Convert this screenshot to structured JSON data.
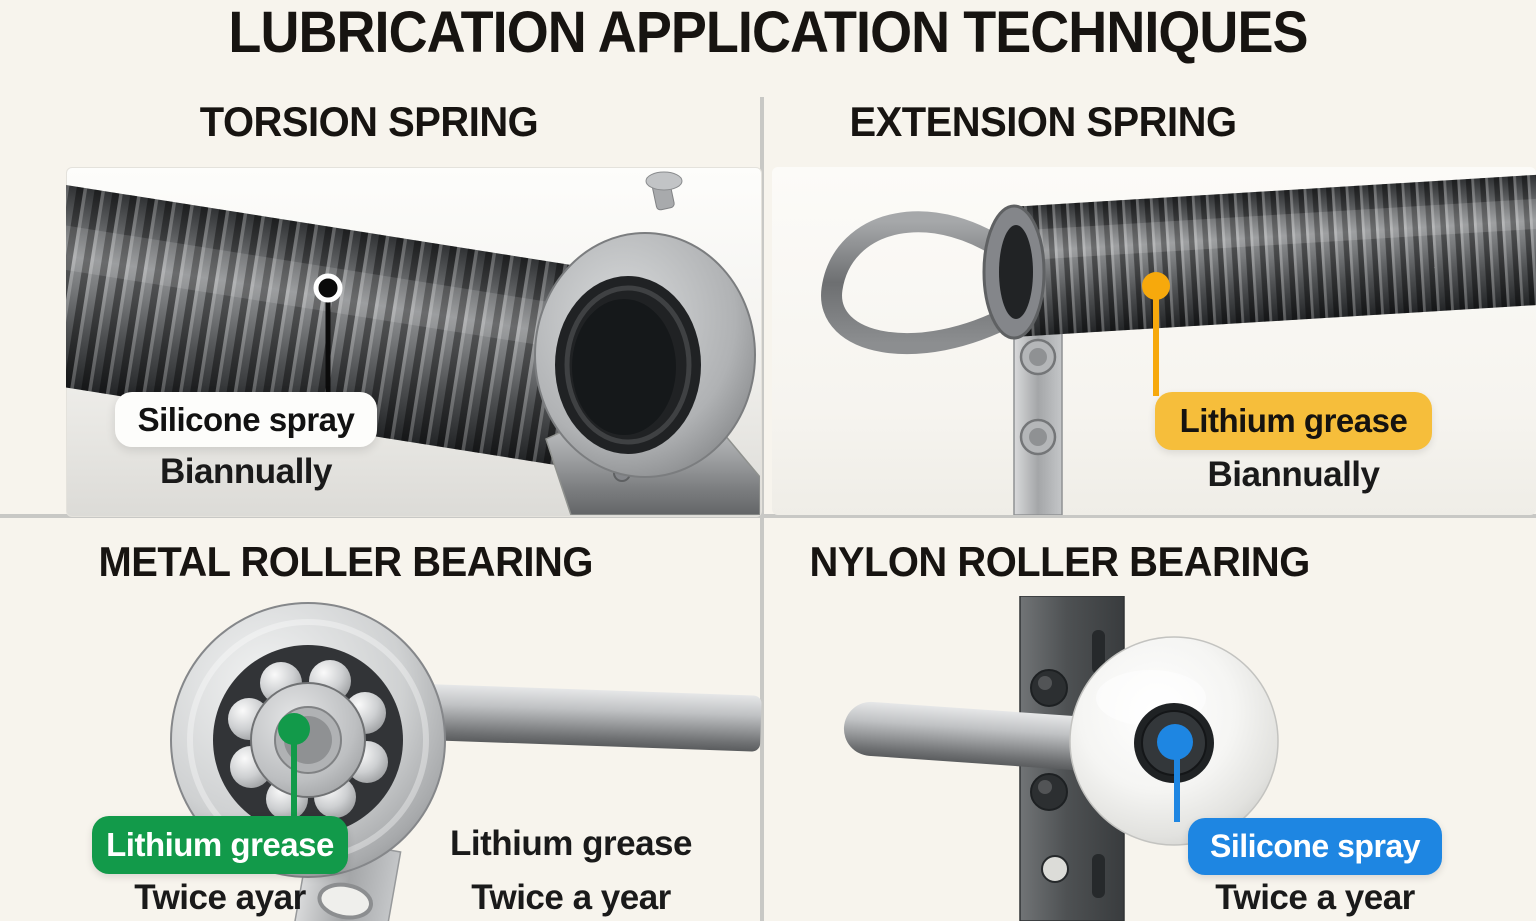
{
  "title": "LUBRICATION APPLICATION TECHNIQUES",
  "panels": [
    {
      "heading": "TORSION SPRING",
      "label": "Silicone spray",
      "frequency": "Biannually"
    },
    {
      "heading": "EXTENSION SPRING",
      "label": "Lithium grease",
      "frequency": "Biannually"
    },
    {
      "heading": "METAL ROLLER BEARING",
      "label": "Lithium grease",
      "frequency": "Twice ayar",
      "secondary_label": "Lithium grease",
      "secondary_frequency": "Twice a year"
    },
    {
      "heading": "NYLON ROLLER BEARING",
      "label": "Silicone spray",
      "frequency": "Twice a year"
    }
  ],
  "colors": {
    "background": "#F7F4ED",
    "text": "#171411",
    "divider": "#C8C8C5",
    "white_pill": "#FDFDFB",
    "yellow_pill": "#F6BE3B",
    "yellow_accent": "#F7A90C",
    "green_pill": "#129A4A",
    "blue_pill": "#1E86E2",
    "black_accent": "#0B0B0B"
  }
}
